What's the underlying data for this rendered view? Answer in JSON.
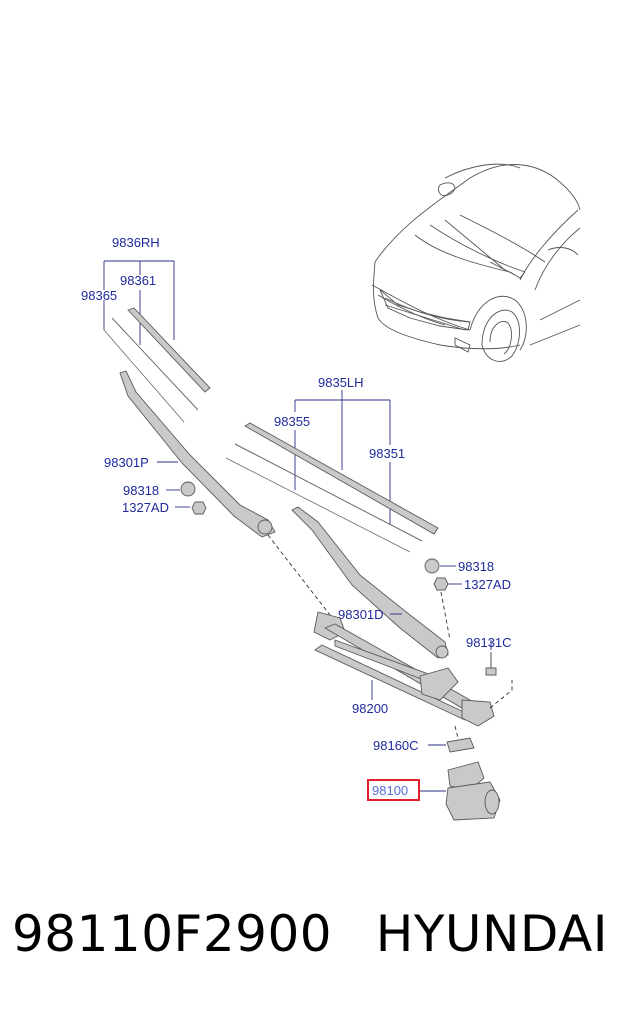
{
  "diagram": {
    "labels": {
      "rh_blade_assy": "9836RH",
      "rh_blade_rubber": "98361",
      "rh_blade_insert": "98365",
      "lh_blade_assy": "9835LH",
      "lh_blade_insert": "98355",
      "lh_blade_rubber": "98351",
      "arm_passenger": "98301P",
      "arm_driver": "98301D",
      "cap_left": "98318",
      "nut_left": "1327AD",
      "cap_right": "98318",
      "nut_right": "1327AD",
      "bolt": "98131C",
      "linkage": "98200",
      "bracket": "98160C",
      "motor": "98100"
    },
    "highlight_color": "#e0202a",
    "label_color": "#1f2a9c"
  },
  "caption": {
    "part_number": "98110F2900",
    "brand": "HYUNDAI"
  }
}
